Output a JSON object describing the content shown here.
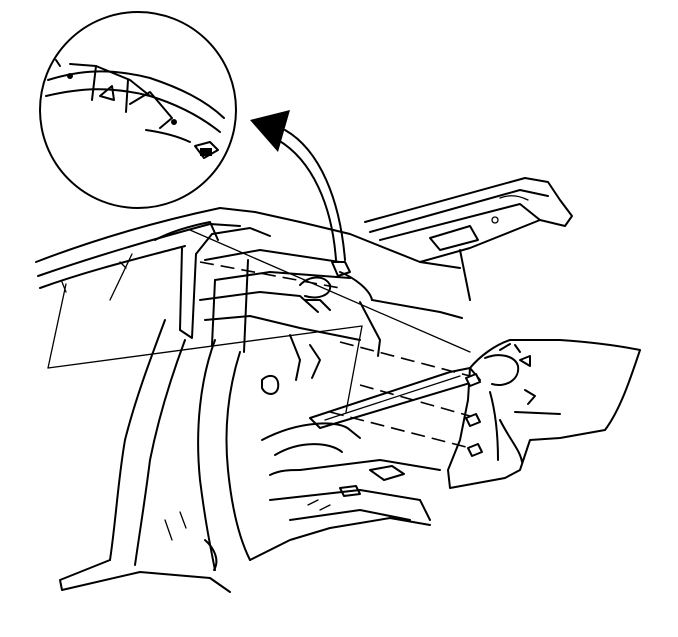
{
  "diagram": {
    "colors": {
      "line": "#000000",
      "background": "#ffffff"
    },
    "parts": [
      "detail-callout-magnifier",
      "curved-arrow",
      "roof-rail",
      "rear-deck-lid-opening",
      "quarter-panel",
      "pillar-structure",
      "wheelhouse-floor",
      "weatherstrip-retainer",
      "leader-lines"
    ]
  }
}
